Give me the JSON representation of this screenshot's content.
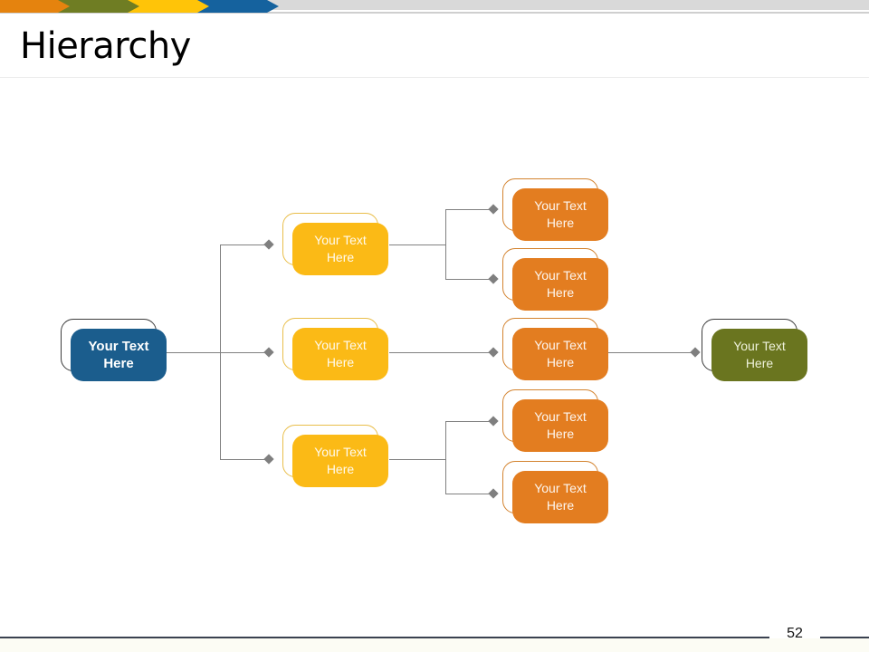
{
  "slide": {
    "title": "Hierarchy",
    "page_number": "52"
  },
  "top_bar": {
    "chevron_colors": [
      "#E5830E",
      "#6F7D23",
      "#FFC408",
      "#15629E"
    ],
    "band_color": "#D9D9D9"
  },
  "diagram": {
    "connector_color": "#808080",
    "diamond_color": "#7F7F7F",
    "nodes": [
      {
        "id": "root",
        "label": "Your Text Here",
        "color": "#1B5D8D"
      },
      {
        "id": "branch-top",
        "label": "Your Text Here",
        "color": "#FBBA16"
      },
      {
        "id": "branch-middle",
        "label": "Your Text Here",
        "color": "#FBBA16"
      },
      {
        "id": "branch-bottom",
        "label": "Your Text Here",
        "color": "#FBBA16"
      },
      {
        "id": "leaf-1",
        "label": "Your Text Here",
        "color": "#E37D20"
      },
      {
        "id": "leaf-2",
        "label": "Your Text Here",
        "color": "#E37D20"
      },
      {
        "id": "leaf-3",
        "label": "Your Text Here",
        "color": "#E37D20"
      },
      {
        "id": "leaf-4",
        "label": "Your Text Here",
        "color": "#E37D20"
      },
      {
        "id": "leaf-5",
        "label": "Your Text Here",
        "color": "#E37D20"
      },
      {
        "id": "result",
        "label": "Your Text Here",
        "color": "#6A751F"
      }
    ]
  },
  "footer": {
    "line_color": "#3A4150",
    "page_number": "52"
  }
}
